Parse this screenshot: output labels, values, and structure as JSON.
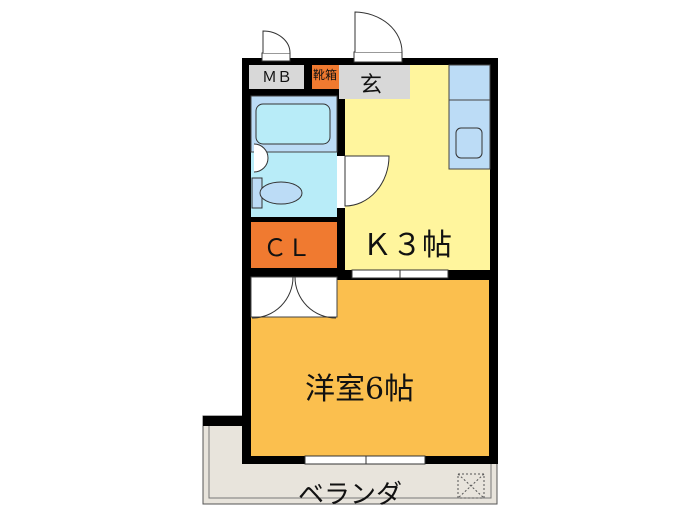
{
  "floorplan": {
    "rooms": {
      "mb": {
        "label": "ＭＢ"
      },
      "shoe_box": {
        "label": "靴箱"
      },
      "entrance": {
        "label": "玄"
      },
      "kitchen": {
        "label": "Ｋ３帖"
      },
      "closet": {
        "label": "ＣＬ"
      },
      "western_room": {
        "label": "洋室6帖"
      },
      "balcony": {
        "label": "ベランダ"
      }
    },
    "colors": {
      "wall": "#000000",
      "kitchen": "#fff59d",
      "western_room": "#fbbf4e",
      "closet": "#f07a30",
      "shoe_box": "#f07a30",
      "bath": "#b8ecf8",
      "fixtures": "#bcdcf6",
      "entrance": "#d8d8d8",
      "balcony": "#e8e4dc"
    }
  }
}
